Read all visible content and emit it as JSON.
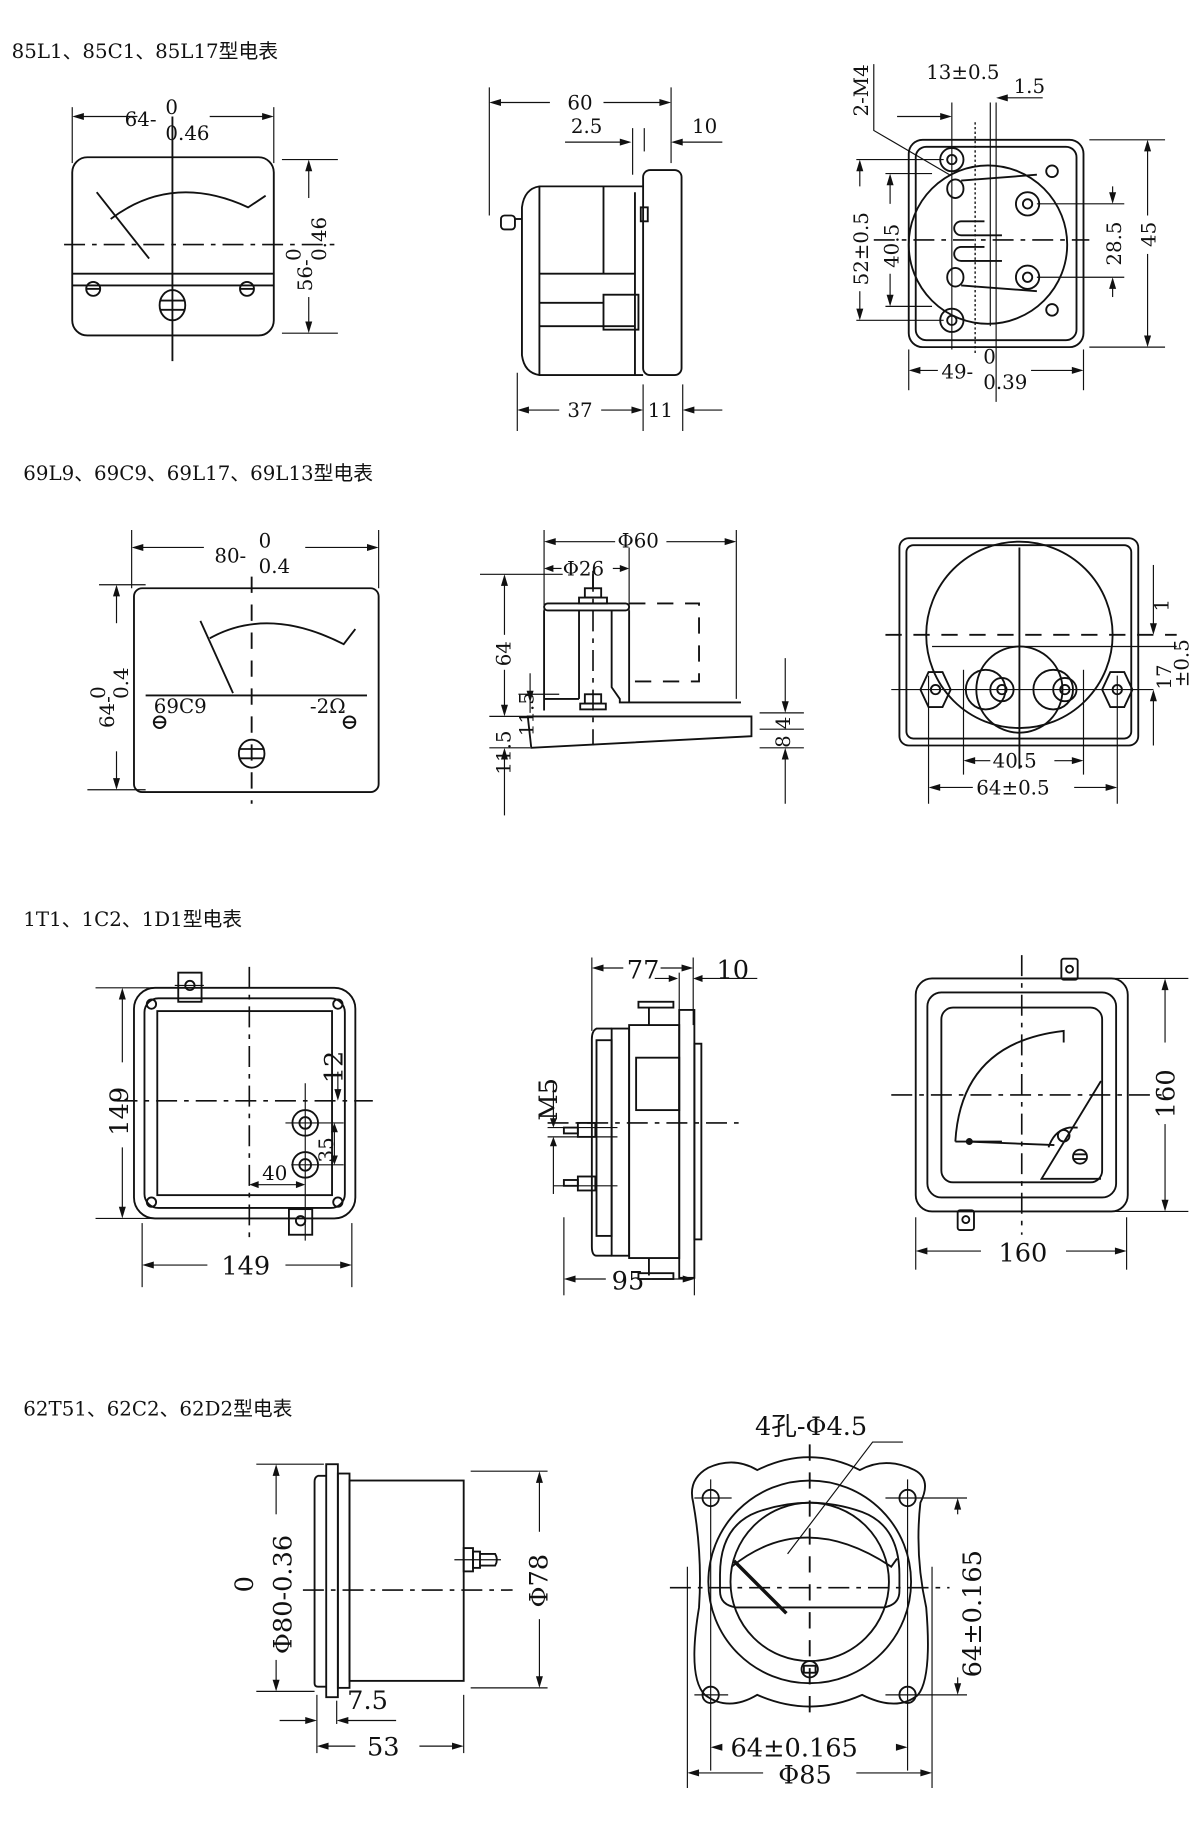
{
  "sections": [
    {
      "title": "85L1、85C1、85L17型电表",
      "front": {
        "width": "64-",
        "width_tol_upper": "0",
        "width_tol_lower": "0.46",
        "height": "56-",
        "height_tol_upper": "0",
        "height_tol_lower": "0.46"
      },
      "side": {
        "depth": "60",
        "glass": "2.5",
        "flange": "10",
        "body": "37",
        "bezel": "11"
      },
      "rear": {
        "thread": "2-M4",
        "offset": "13±0.5",
        "gap": "1.5",
        "hole_v": "52±0.5",
        "inner_v": "40.5",
        "small_v": "28.5",
        "height": "45",
        "width": "49-",
        "width_tol_upper": "0",
        "width_tol_lower": "0.39"
      }
    },
    {
      "title": "69L9、69C9、69L17、69L13型电表",
      "front": {
        "width": "80-",
        "width_tol_upper": "0",
        "width_tol_lower": "0.4",
        "height": "64-",
        "height_tol_upper": "0",
        "height_tol_lower": "0.4",
        "model_label": "69C9",
        "range_label": "-2Ω"
      },
      "side": {
        "dia_outer": "Φ60",
        "dia_inner": "Φ26",
        "height": "64",
        "stud": "11.5",
        "base": "11.5",
        "plate": "8",
        "plate2": "4"
      },
      "rear": {
        "vertical_offset": "1",
        "vertical_tol": "±0.5",
        "center_h": "17",
        "inner_span": "40.5",
        "hole_span": "64±0.5"
      }
    },
    {
      "title": "1T1、1C2、1D1型电表",
      "rear": {
        "height": "149",
        "width": "149",
        "offset_top": "12",
        "terminal_spacing": "35",
        "terminal_x": "40"
      },
      "side": {
        "depth": "77",
        "flange": "10",
        "thread": "M5",
        "total": "95"
      },
      "front": {
        "height": "160",
        "width": "160"
      }
    },
    {
      "title": "62T51、62C2、62D2型电表",
      "side": {
        "tol_upper": "0",
        "dia_front": "Φ80-0.36",
        "dia_body": "Φ78",
        "flange": "7.5",
        "depth": "53"
      },
      "front": {
        "holes": "4孔-Φ4.5",
        "hole_v": "64±0.165",
        "hole_h": "64±0.165",
        "dia": "Φ85"
      }
    }
  ]
}
